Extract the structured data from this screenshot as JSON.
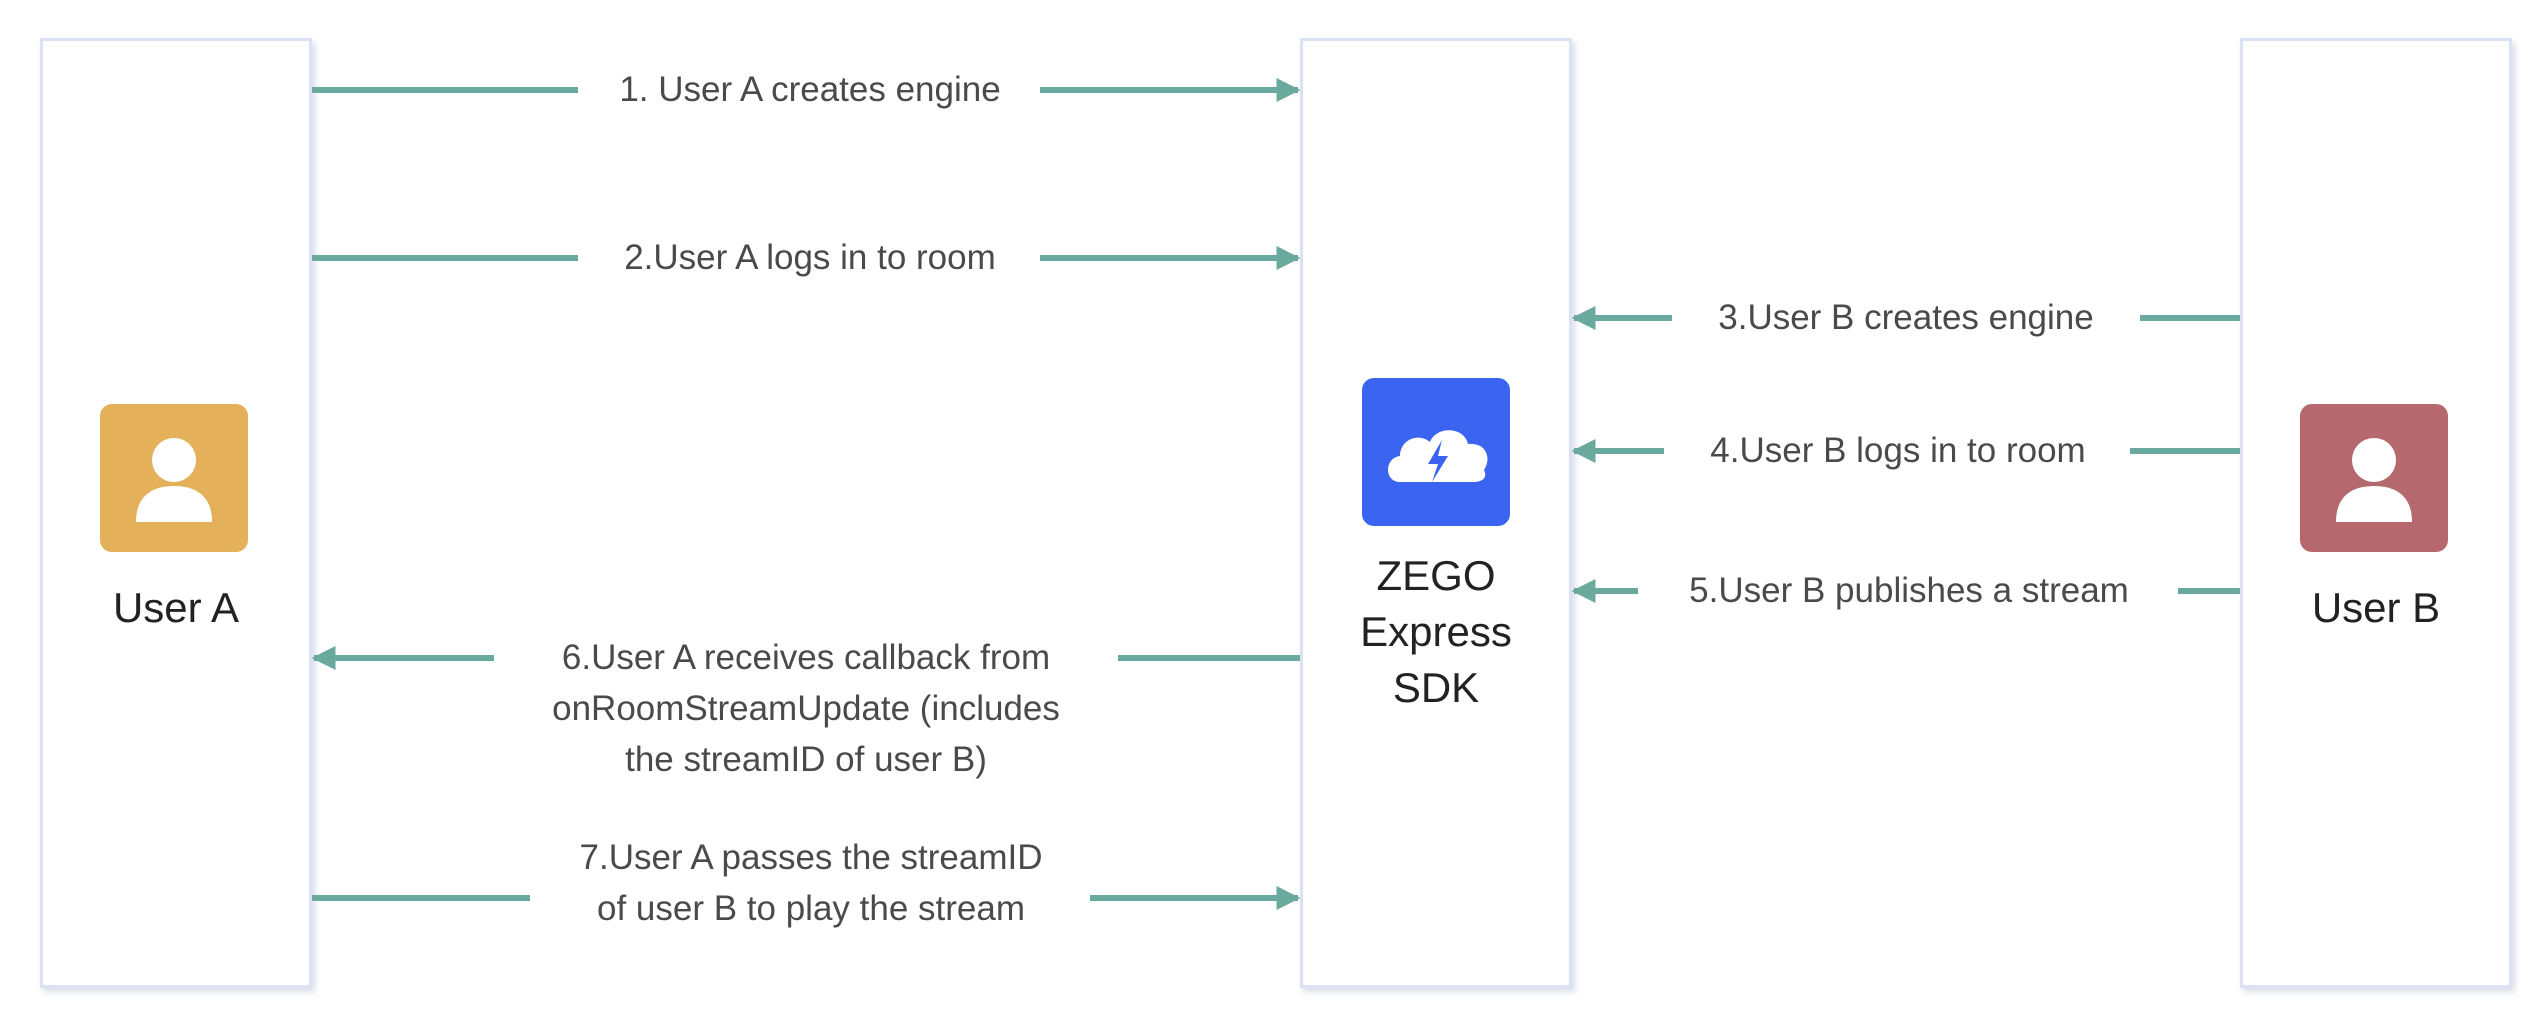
{
  "actors": {
    "user_a": {
      "label": "User A",
      "color": "#e4b05a"
    },
    "sdk": {
      "label": "ZEGO\nExpress\nSDK",
      "color": "#3a64f0"
    },
    "user_b": {
      "label": "User B",
      "color": "#b5686d"
    }
  },
  "arrow_color": "#6aa99d",
  "steps": [
    {
      "text": "1. User A creates engine",
      "from": "user_a",
      "to": "sdk"
    },
    {
      "text": "2.User A logs in to room",
      "from": "user_a",
      "to": "sdk"
    },
    {
      "text": "3.User B creates engine",
      "from": "user_b",
      "to": "sdk"
    },
    {
      "text": "4.User B logs in to room",
      "from": "user_b",
      "to": "sdk"
    },
    {
      "text": "5.User B publishes a stream",
      "from": "user_b",
      "to": "sdk"
    },
    {
      "text": "6.User A receives callback from\nonRoomStreamUpdate (includes\nthe streamID of user B)",
      "from": "sdk",
      "to": "user_a"
    },
    {
      "text": "7.User A passes the streamID\nof user B to play the stream",
      "from": "user_a",
      "to": "sdk"
    }
  ]
}
